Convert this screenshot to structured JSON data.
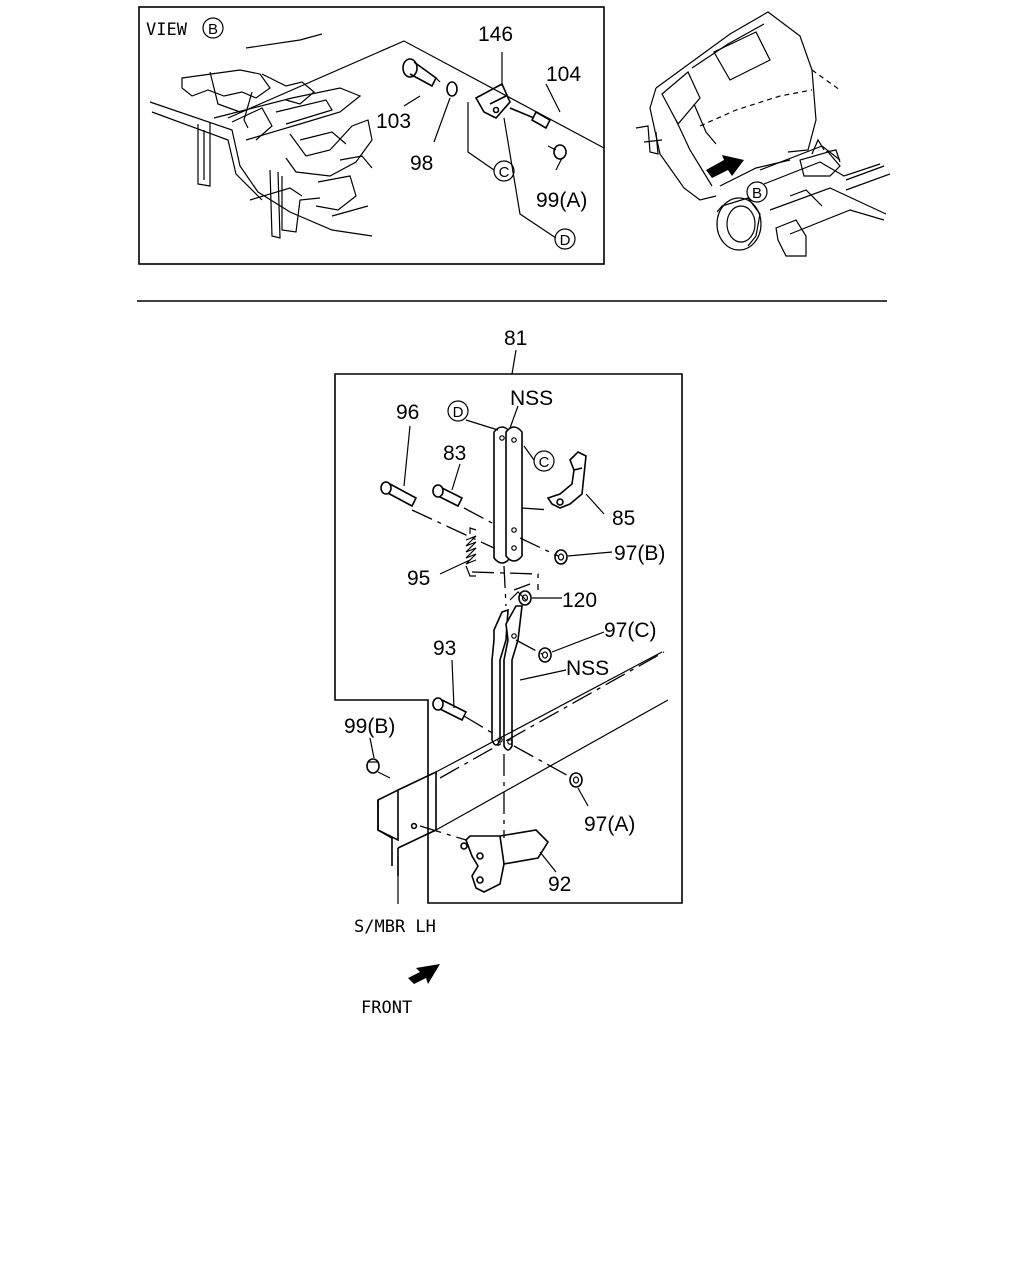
{
  "view_panel": {
    "title": "VIEW",
    "view_ref": "B",
    "labels": {
      "p146": "146",
      "p104": "104",
      "p103": "103",
      "p98": "98",
      "p99a": "99(A)",
      "ref_c": "C",
      "ref_d": "D"
    }
  },
  "overview": {
    "view_ref": "B"
  },
  "main": {
    "assembly_label": "81",
    "labels": {
      "p96": "96",
      "ref_d": "D",
      "nss_top": "NSS",
      "ref_c": "C",
      "p83": "83",
      "p85": "85",
      "p97b": "97(B)",
      "p95": "95",
      "p120": "120",
      "p97c": "97(C)",
      "nss_mid": "NSS",
      "p93": "93",
      "p99b": "99(B)",
      "p97a": "97(A)",
      "p92": "92"
    },
    "side_member": "S/MBR LH",
    "front": "FRONT"
  }
}
